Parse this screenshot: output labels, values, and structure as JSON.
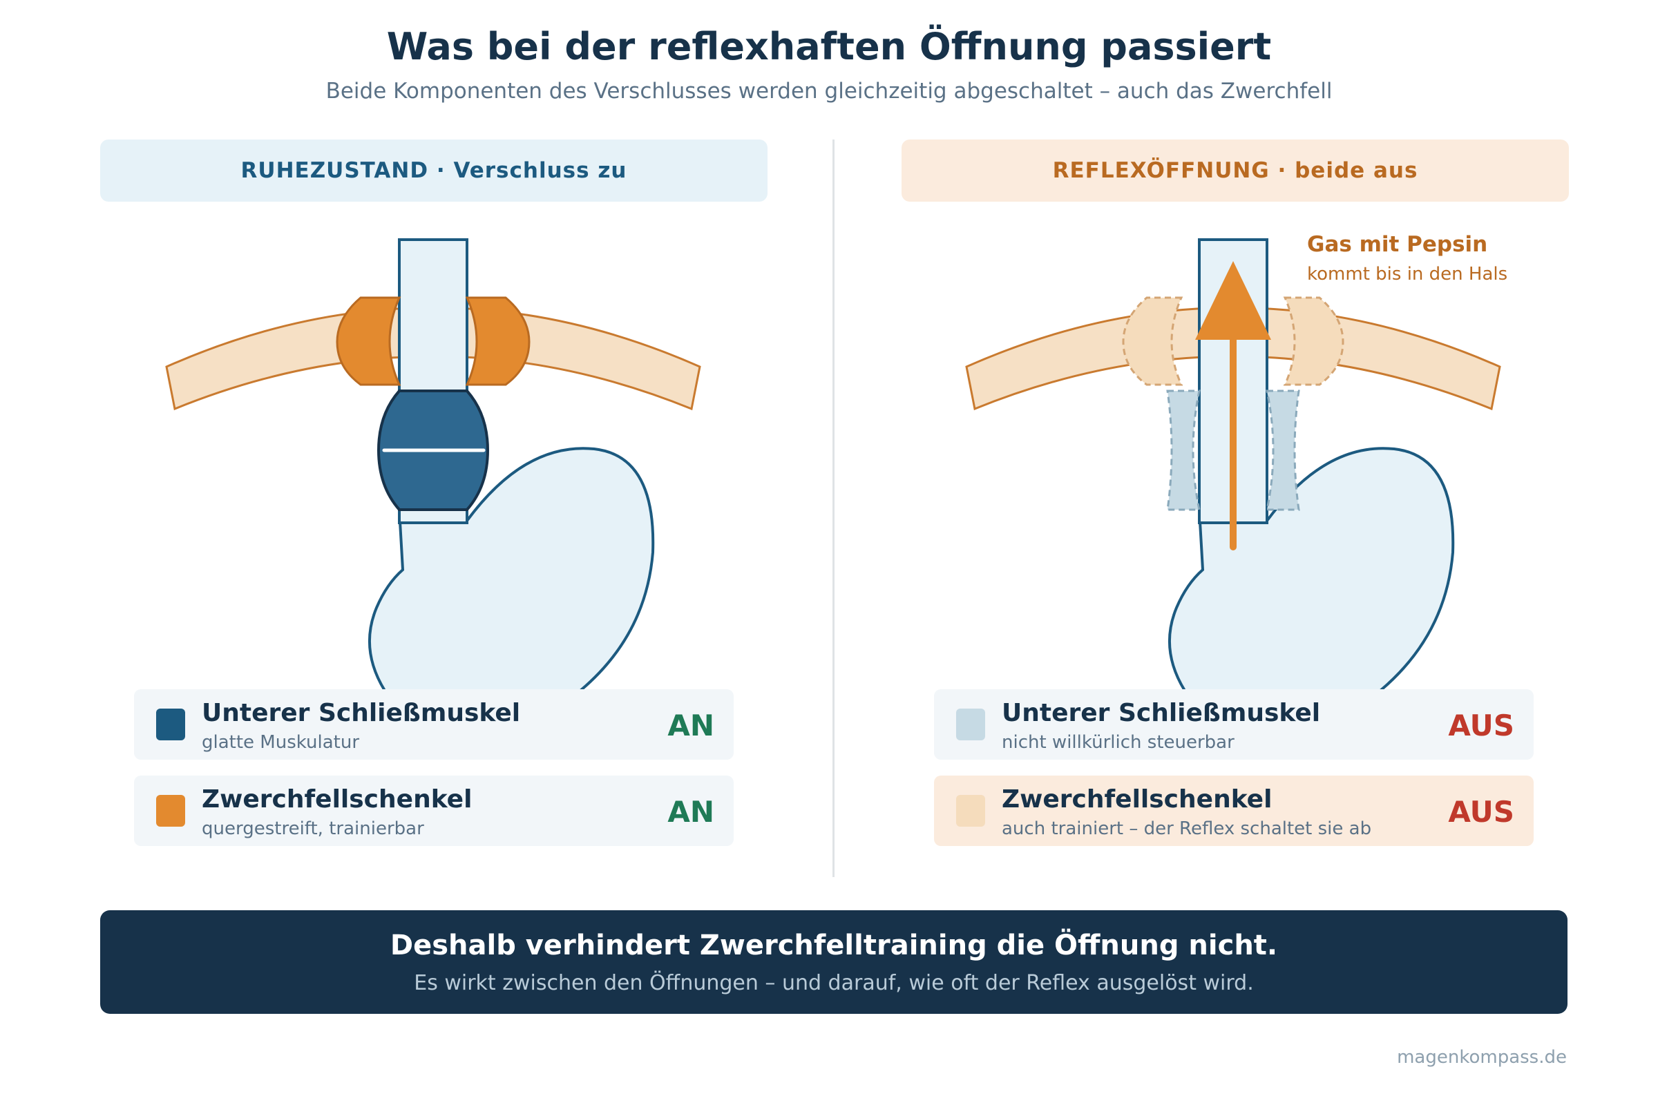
{
  "title": "Was bei der reflexhaften Öffnung passiert",
  "subtitle": "Beide Komponenten des Verschlusses werden gleichzeitig abgeschaltet – auch das Zwerchfell",
  "left_panel": {
    "header": "RUHEZUSTAND · Verschluss zu",
    "cards": [
      {
        "name": "Unterer Schließmuskel",
        "desc": "glatte Muskulatur",
        "state": "AN"
      },
      {
        "name": "Zwerchfellschenkel",
        "desc": "quergestreift, trainierbar",
        "state": "AN"
      }
    ]
  },
  "right_panel": {
    "header": "REFLEXÖFFNUNG · beide aus",
    "annotation_title": "Gas mit Pepsin",
    "annotation_sub": "kommt bis in den Hals",
    "cards": [
      {
        "name": "Unterer Schließmuskel",
        "desc": "nicht willkürlich steuerbar",
        "state": "AUS"
      },
      {
        "name": "Zwerchfellschenkel",
        "desc": "auch trainiert – der Reflex schaltet sie ab",
        "state": "AUS"
      }
    ]
  },
  "footer": {
    "main": "Deshalb verhindert Zwerchfelltraining die Öffnung nicht.",
    "sub": "Es wirkt zwischen den Öffnungen – und darauf, wie oft der Reflex ausgelöst wird."
  },
  "credit": "magenkompass.de",
  "colors": {
    "navy": "#17324a",
    "sphincter_blue": "#1c5a80",
    "diaphragm_orange": "#e38a2f",
    "on_green": "#1f7a56",
    "off_red": "#c0392b"
  }
}
